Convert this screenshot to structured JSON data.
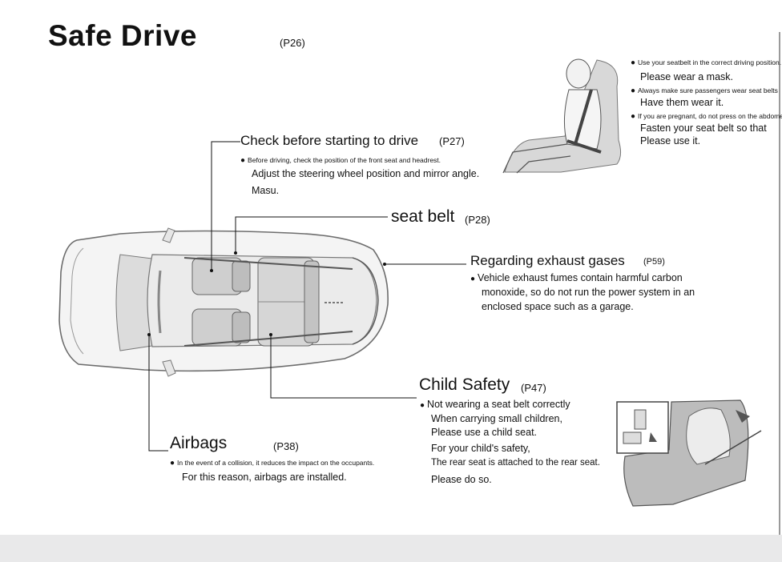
{
  "title": "Safe Drive",
  "title_ref": "(P26)",
  "seatbelt_tips": [
    {
      "note": "Use your seatbelt in the correct driving position.",
      "text": "Please wear a mask."
    },
    {
      "note": "Always make sure passengers wear seat belts",
      "text": "Have them wear it."
    },
    {
      "note": "If you are pregnant, do not press on the abdomen.",
      "text": "Fasten your seat belt so that",
      "text2": "Please use it."
    }
  ],
  "check": {
    "heading": "Check before starting to drive",
    "ref": "(P27)",
    "note": "Before driving, check the position of the front seat and headrest.",
    "line1": "Adjust the steering wheel position and mirror angle.",
    "line2": "Masu."
  },
  "seatbelt": {
    "heading": "seat belt",
    "ref": "(P28)"
  },
  "exhaust": {
    "heading": "Regarding exhaust gases",
    "ref": "(P59)",
    "line1": "Vehicle exhaust fumes contain harmful carbon",
    "line2": "monoxide, so do not run the power system in an",
    "line3": "enclosed space such as a garage."
  },
  "child": {
    "heading": "Child Safety",
    "ref": "(P47)",
    "line1": "Not wearing a seat belt correctly",
    "line2": "When carrying small children,",
    "line3": "Please use a child seat.",
    "line4": "For your child's safety,",
    "line5": "The rear seat is attached to the rear seat.",
    "line6": "Please do so."
  },
  "airbags": {
    "heading": "Airbags",
    "ref": "(P38)",
    "note": "In the event of a collision, it reduces the impact on the occupants.",
    "line1": "For this reason, airbags are installed."
  }
}
